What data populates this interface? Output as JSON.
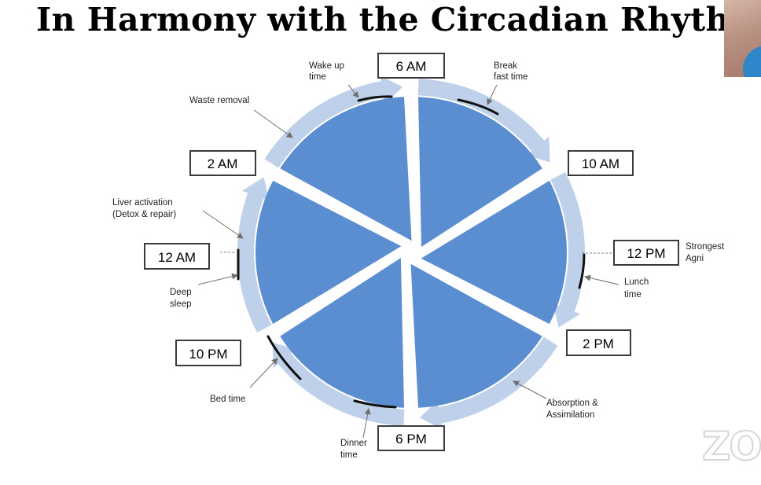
{
  "title": "In Harmony with the Circadian Rhythm",
  "time_labels": {
    "am6": "6 AM",
    "am10": "10 AM",
    "pm12": "12 PM",
    "pm2": "2 PM",
    "pm6": "6 PM",
    "pm10": "10 PM",
    "am12": "12 AM",
    "am2": "2 AM"
  },
  "annotations": {
    "wake_up_1": "Wake up",
    "wake_up_2": "time",
    "breakfast_1": "Break",
    "breakfast_2": "fast time",
    "waste_removal": "Waste removal",
    "liver_1": "Liver activation",
    "liver_2": "(Detox & repair)",
    "deep_sleep_1": "Deep",
    "deep_sleep_2": "sleep",
    "bed_time": "Bed time",
    "dinner_1": "Dinner",
    "dinner_2": "time",
    "absorption_1": "Absorption &",
    "absorption_2": "Assimilation",
    "lunch_1": "Lunch",
    "lunch_2": "time",
    "agni_1": "Strongest",
    "agni_2": "Agni"
  },
  "watermark": "ZO",
  "colors": {
    "sector_fill": "#5b8ed0",
    "ring_arrow": "#bed0ea",
    "label_border": "#3b3b3b",
    "leader_line": "#6f6f6f"
  }
}
